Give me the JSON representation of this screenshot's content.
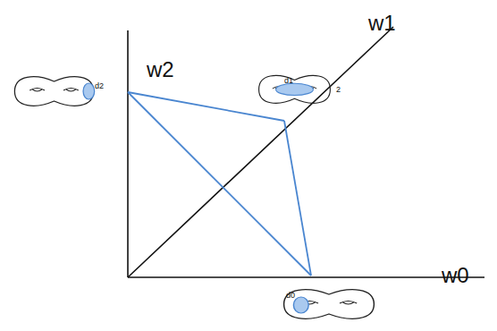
{
  "diagram": {
    "labels": [
      "w1",
      "w2",
      "d2",
      "d1",
      "2",
      "d0",
      "w0"
    ]
  }
}
